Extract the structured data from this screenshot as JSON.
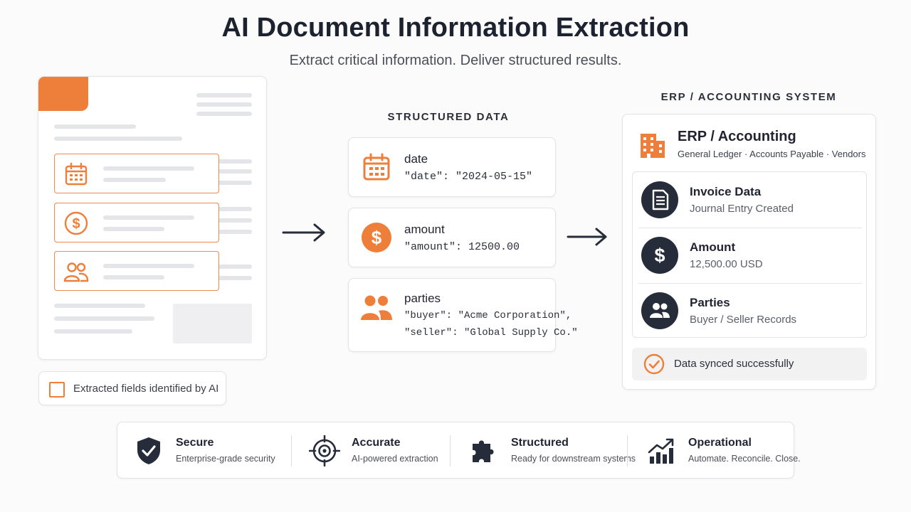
{
  "header": {
    "title": "AI Document Information Extraction",
    "subtitle": "Extract critical information. Deliver structured results."
  },
  "legend": {
    "label": "Extracted fields identified by AI"
  },
  "structured": {
    "section_title": "STRUCTURED DATA",
    "cards": [
      {
        "name": "date",
        "code": "\"date\": \"2024-05-15\"",
        "icon": "calendar-icon"
      },
      {
        "name": "amount",
        "code": "\"amount\": 12500.00",
        "icon": "dollar-icon"
      },
      {
        "name": "parties",
        "code_line1": "\"buyer\": \"Acme Corporation\",",
        "code_line2": "\"seller\": \"Global Supply Co.\"",
        "icon": "people-icon"
      }
    ]
  },
  "erp": {
    "section_title": "ERP / ACCOUNTING SYSTEM",
    "header_title": "ERP / Accounting",
    "header_sub": "General Ledger · Accounts Payable · Vendors",
    "rows": [
      {
        "title": "Invoice Data",
        "sub": "Journal Entry Created",
        "icon": "document-icon"
      },
      {
        "title": "Amount",
        "sub": "12,500.00 USD",
        "icon": "dollar-icon"
      },
      {
        "title": "Parties",
        "sub": "Buyer / Seller Records",
        "icon": "people-icon"
      }
    ],
    "status": "Data synced successfully"
  },
  "features": [
    {
      "title": "Secure",
      "sub": "Enterprise-grade security",
      "icon": "shield-check-icon"
    },
    {
      "title": "Accurate",
      "sub": "AI-powered extraction",
      "icon": "target-icon"
    },
    {
      "title": "Structured",
      "sub": "Ready for downstream systems",
      "icon": "puzzle-icon"
    },
    {
      "title": "Operational",
      "sub": "Automate. Reconcile. Close.",
      "icon": "growth-chart-icon"
    }
  ],
  "colors": {
    "accent": "#ee7f3b",
    "dark": "#262c3a",
    "border": "#e2e3e6"
  }
}
